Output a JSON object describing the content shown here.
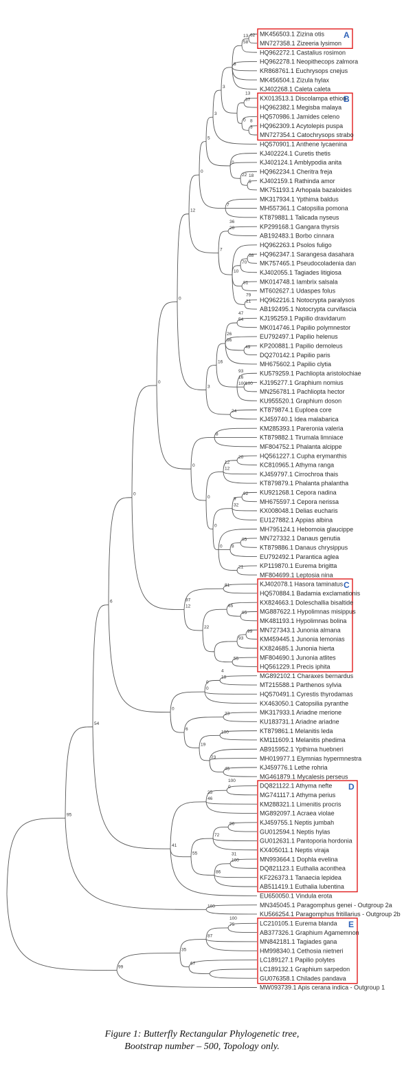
{
  "tips": [
    "MK456503.1 Zizina otis",
    "MN727358.1 Zizeeria lysimon",
    "HQ962272.1 Castalius rosimon",
    "HQ962278.1 Neopithecops zalmora",
    "KR868761.1 Euchrysops cnejus",
    "MK456504.1 Zizula hylax",
    "KJ402268.1 Caleta caleta",
    "KX013513.1 Discolampa ethion",
    "HQ962382.1 Megisba malaya",
    "HQ570986.1 Jamides celeno",
    "HQ962309.1 Acytolepis puspa",
    "MN727354.1 Catochrysops strabo",
    "HQ570901.1 Anthene lycaenina",
    "KJ402224.1 Curetis thetis",
    "KJ402124.1 Amblypodia anita",
    "HQ962234.1 Cheritra freja",
    "KJ402159.1 Rathinda amor",
    "MK751193.1 Arhopala bazaloides",
    "MK317934.1 Ypthima baldus",
    "MH557361.1 Catopsilia pomona",
    "KT879881.1 Talicada nyseus",
    "KP299168.1 Gangara thyrsis",
    "AB192483.1 Borbo cinnara",
    "HQ962263.1 Psolos fuligo",
    "HQ962347.1 Sarangesa dasahara",
    "MK757465.1 Pseudocoladenia dan",
    "KJ402055.1 Tagiades litigiosa",
    "MK014748.1 Iambrix salsala",
    "MT602627.1 Udaspes folus",
    "HQ962216.1 Notocrypta paralysos",
    "AB192495.1 Notocrypta curvifascia",
    "KJ195259.1 Papilio dravidarum",
    "MK014746.1 Papilio polymnestor",
    "EU792497.1 Papilio helenus",
    "KP200881.1 Papilio demoleus",
    "DQ270142.1 Papilio paris",
    "MH675602.1 Papilio clytia",
    "KU579259.1 Pachliopta aristolochiae",
    "KJ195277.1 Graphium nomius",
    "MN256781.1 Pachliopta hector",
    "KU955520.1 Graphium doson",
    "KT879874.1 Euploea core",
    "KJ459740.1 Idea malabarica",
    "KM285393.1 Pareronia valeria",
    "KT879882.1 Tirumala limniace",
    "MF804752.1 Phalanta alcippe",
    "HQ561227.1 Cupha erymanthis",
    "KC810965.1 Athyma ranga",
    "KJ459797.1 Cirrochroa thais",
    "KT879879.1 Phalanta phalantha",
    "KU921268.1 Cepora nadina",
    "MH675597.1 Cepora nerissa",
    "KX008048.1 Delias eucharis",
    "EU127882.1 Appias albina",
    "MH795124.1 Hebomoia glaucippe",
    "MN727332.1 Danaus genutia",
    "KT879886.1 Danaus chrysippus",
    "EU792492.1 Parantica aglea",
    "KP119870.1 Eurema brigitta",
    "MF804699.1 Leptosia nina",
    "KJ402078.1 Hasora taminatus",
    "HQ570884.1 Badamia exclamationis",
    "KX824663.1 Doleschallia bisaltide",
    "MG887622.1 Hypolimnas misippus",
    "MK481193.1 Hypolimnas bolina",
    "MN727343.1 Junonia almana",
    "KM459445.1 Junonia lemonias",
    "KX824685.1 Junonia hierta",
    "MF804690.1 Junonia atlites",
    "HQ561229.1 Precis iphita",
    "MG892102.1 Charaxes bernardus",
    "MT215588.1 Parthenos sylvia",
    "HQ570491.1 Cyrestis thyrodamas",
    "KX463050.1 Catopsilia pyranthe",
    "MK317933.1 Ariadne merione",
    "KU183731.1 Ariadne ariadne",
    "KT879861.1 Melanitis leda",
    "KM111609.1 Melanitis phedima",
    "AB915952.1 Ypthima huebneri",
    "MH019977.1 Elymnias hypermnestra",
    "KJ459776.1 Lethe rohria",
    "MG461879.1 Mycalesis perseus",
    "DQ821122.1 Athyma nefte",
    "MG741117.1 Athyma perius",
    "KM288321.1 Limenitis procris",
    "MG892097.1 Acraea violae",
    "KJ459755.1 Neptis jumbah",
    "GU012594.1 Neptis hylas",
    "GU012631.1 Pantoporia hordonia",
    "KX405011.1 Neptis viraja",
    "MN993664.1 Dophla evelina",
    "DQ821123.1 Euthalia aconthea",
    "KF226373.1 Tanaecia lepidea",
    "AB511419.1 Euthalia lubentina",
    "EU650050.1 Vindula erota",
    "MN345045.1 Paragomphus genei - Outgroup 2a",
    "KU566254.1 Paragomphus fritillarius - Outgroup 2b",
    "LC210105.1 Eurema blanda",
    "AB377326.1 Graphium Agamemnon",
    "MN842181.1 Tagiades gana",
    "HM998340.1 Cethosia nietneri",
    "LC189127.1 Papilio polytes",
    "LC189132.1 Graphium sarpedon",
    "GU076358.1 Chilades pandava",
    "MW093739.1 Apis cerana indica - Outgroup 1"
  ],
  "bootstrap": [
    "62",
    "58",
    "13",
    "8",
    "3",
    "37",
    "13",
    "0",
    "3",
    "8",
    "3",
    "5",
    "22",
    "0",
    "5",
    "18",
    "0",
    "7",
    "20",
    "36",
    "58",
    "70",
    "10",
    "81",
    "21",
    "79",
    "7",
    "12",
    "0",
    "54",
    "47",
    "96",
    "26",
    "49",
    "16",
    "100",
    "100",
    "16",
    "93",
    "3",
    "24",
    "8",
    "0",
    "20",
    "12",
    "12",
    "92",
    "32",
    "9",
    "85",
    "0",
    "0",
    "8",
    "21",
    "0",
    "0",
    "0",
    "81",
    "12",
    "22",
    "95",
    "65",
    "99",
    "93",
    "55",
    "97",
    "0",
    "18",
    "4",
    "0",
    "23",
    "100",
    "6",
    "19",
    "23",
    "45",
    "0",
    "0",
    "100",
    "46",
    "25",
    "96",
    "72",
    "100",
    "31",
    "55",
    "86",
    "41",
    "6",
    "54",
    "95",
    "100",
    "99",
    "75",
    "100",
    "35",
    "87",
    "67"
  ],
  "clades": [
    {
      "label": "A"
    },
    {
      "label": "B"
    },
    {
      "label": "C"
    },
    {
      "label": "D"
    },
    {
      "label": "E"
    }
  ],
  "caption": {
    "line1": "Figure 1: Butterfly Rectangular Phylogenetic tree,",
    "line2": "Bootstrap number – 500, Topology only."
  },
  "colors": {
    "box": "#e01b1b",
    "clade_label": "#2f62b8",
    "branch": "#555555"
  }
}
